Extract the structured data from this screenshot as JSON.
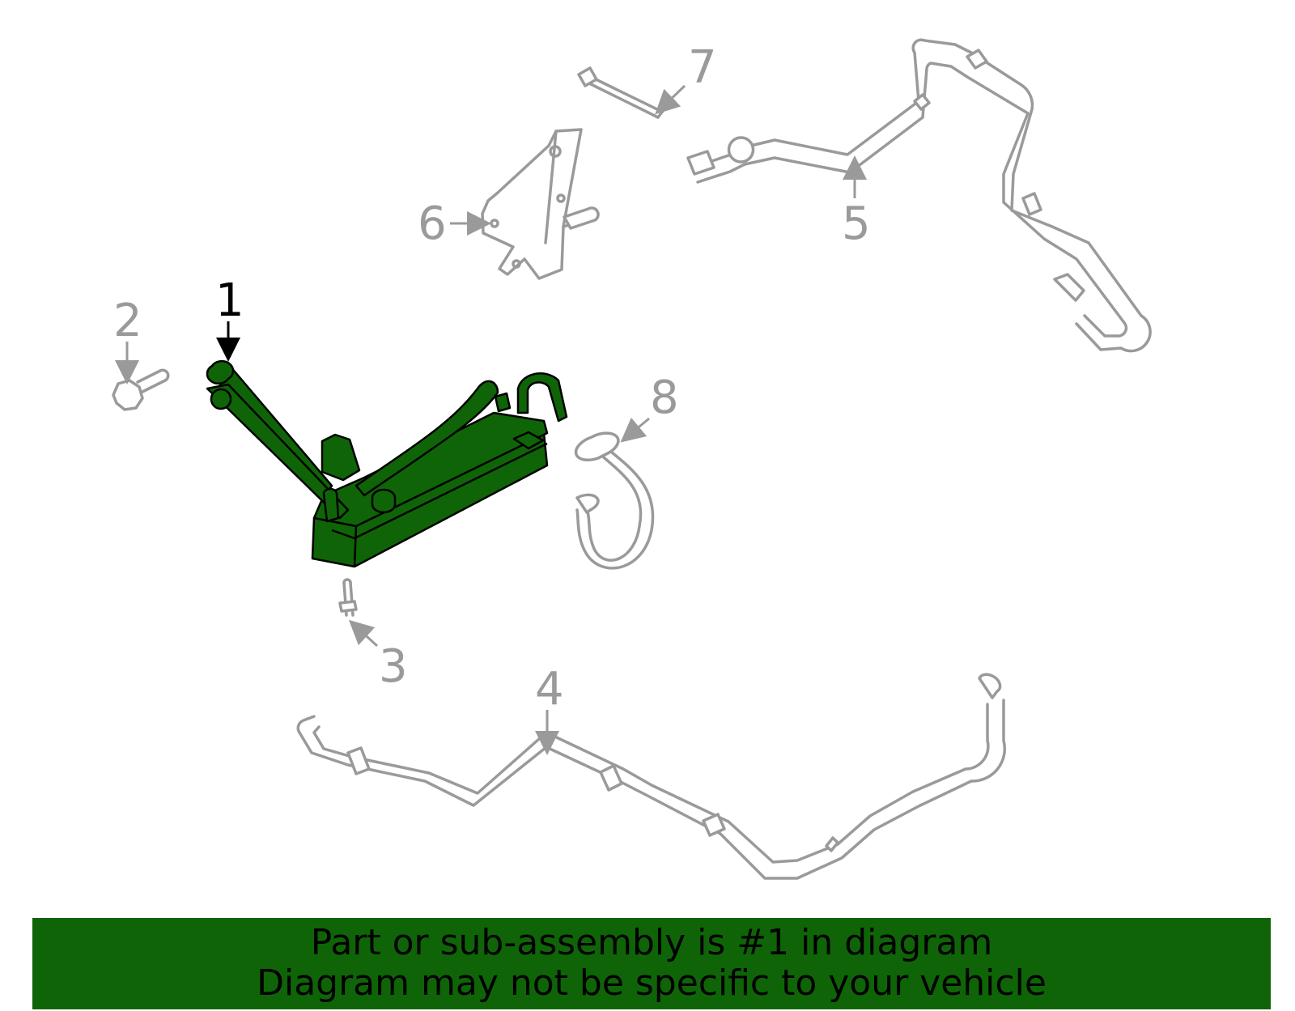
{
  "callouts": [
    "1",
    "2",
    "3",
    "4",
    "5",
    "6",
    "7",
    "8"
  ],
  "banner": {
    "line1": "Part or sub-assembly is #1 in diagram",
    "line2": "Diagram may not be specific to your vehicle"
  },
  "colors": {
    "highlight": "#0f6407",
    "banner": "#0f6407",
    "other_parts": "#9a9a9a"
  }
}
